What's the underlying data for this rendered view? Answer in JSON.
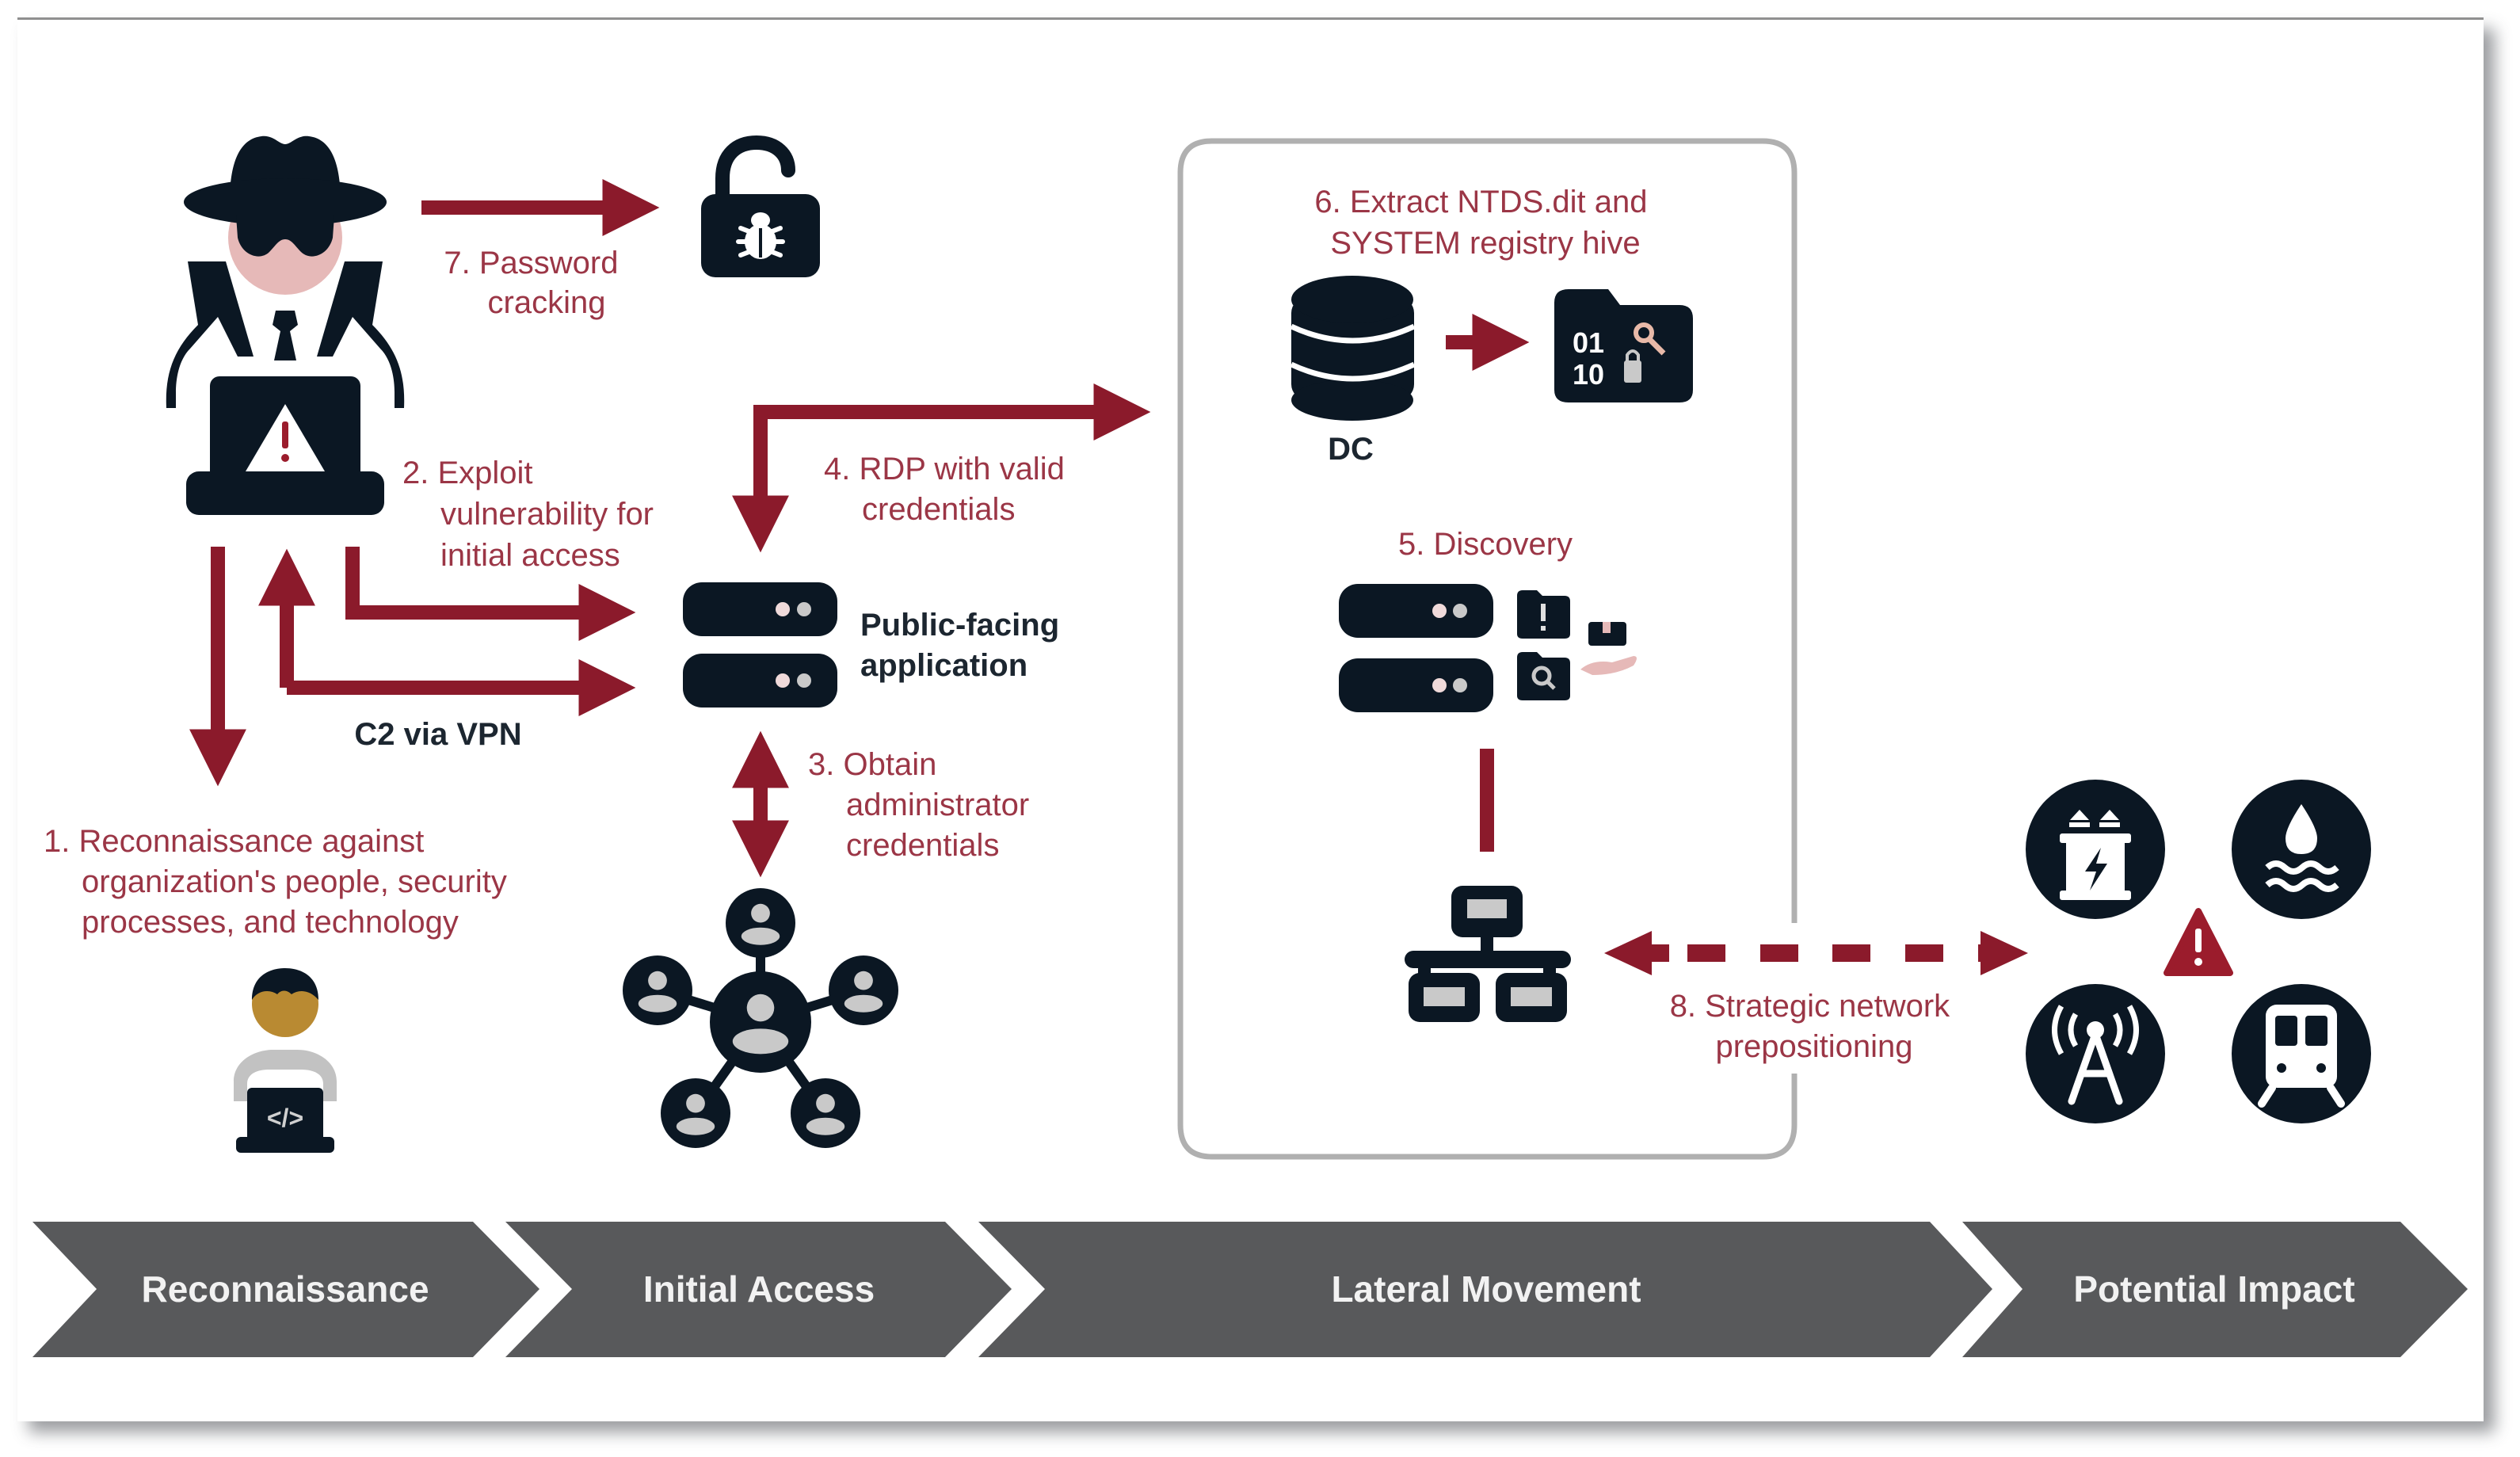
{
  "colors": {
    "accent_red": "#8b1a2b",
    "label_red": "#9b3646",
    "icon_dark": "#0b1723",
    "chevron_gray": "#58595b",
    "box_border": "#b0b0b0",
    "face_pink": "#e6b9b8",
    "skin_gold": "#b98a32",
    "icon_light": "#c9c9c9"
  },
  "steps": {
    "step1": [
      "1. Reconnaissance against",
      "organization's people, security",
      "processes, and technology"
    ],
    "step2": [
      "2. Exploit",
      "vulnerability for",
      "initial access"
    ],
    "step3": [
      "3. Obtain",
      "administrator",
      "credentials"
    ],
    "step4": [
      "4. RDP with valid",
      "credentials"
    ],
    "step5": "5. Discovery",
    "step6": [
      "6. Extract NTDS.dit and",
      "SYSTEM registry hive"
    ],
    "step7": [
      "7. Password",
      "cracking"
    ],
    "step8": [
      "8. Strategic network",
      "prepositioning"
    ]
  },
  "labels": {
    "c2": "C2 via VPN",
    "public_app": [
      "Public-facing",
      "application"
    ],
    "dc": "DC"
  },
  "icons": {
    "actor": "hacker-spy-icon",
    "lock": "unlocked-padlock-bug-icon",
    "database": "database-icon",
    "encrypted_file": "binary-locked-folder-icon",
    "server": "server-icon",
    "network": "network-topology-icon",
    "people": "people-network-icon",
    "developer": "developer-laptop-icon",
    "impact": [
      "power-plant-icon",
      "water-icon",
      "telecom-tower-icon",
      "train-icon"
    ],
    "warning": "warning-triangle-icon"
  },
  "phases": [
    "Reconnaissance",
    "Initial Access",
    "Lateral Movement",
    "Potential Impact"
  ]
}
